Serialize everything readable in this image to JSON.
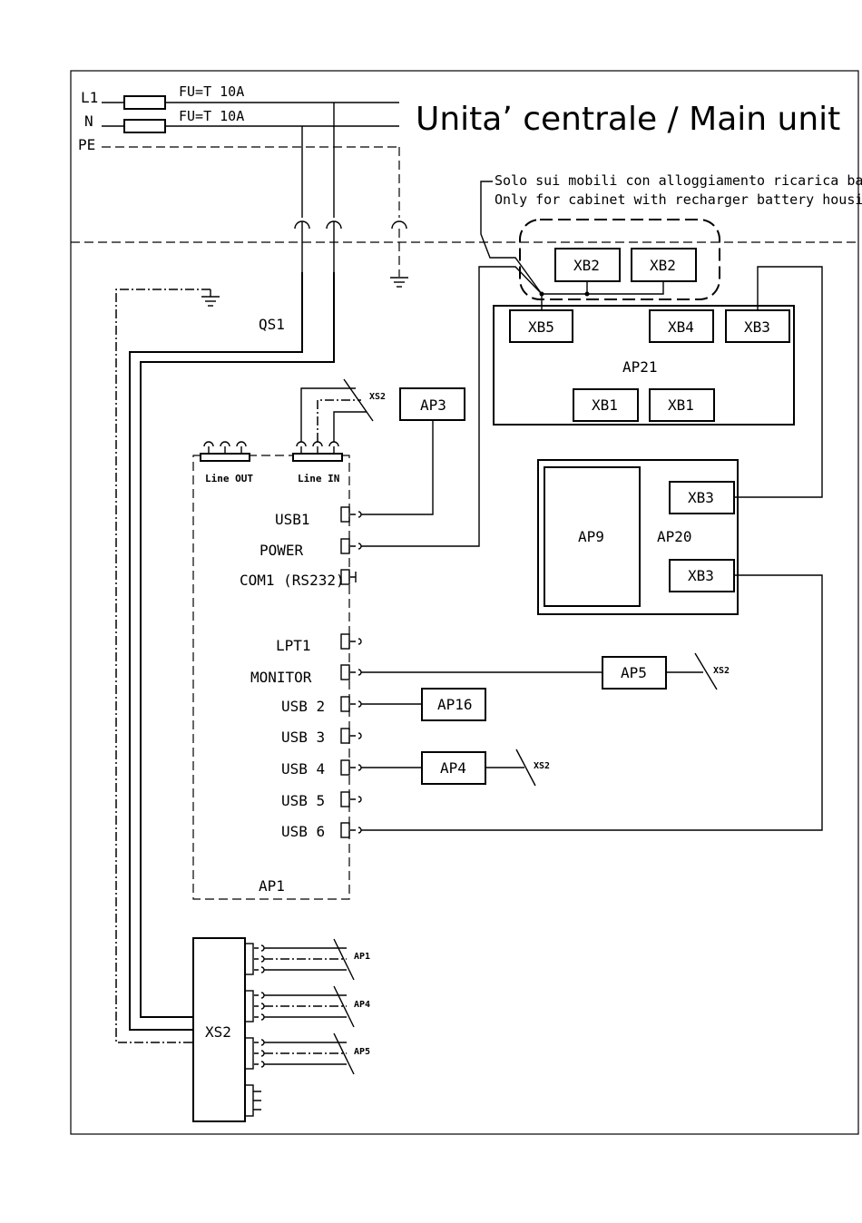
{
  "title": "Unita’ centrale / Main unit",
  "supply": {
    "l1": "L1",
    "n": "N",
    "pe": "PE",
    "fuse_l1": "FU=T 10A",
    "fuse_n": "FU=T 10A",
    "qs1": "QS1"
  },
  "note": {
    "line1": "Solo sui mobili con alloggiamento ricarica batterie",
    "line2": "Only for cabinet with recharger battery housing"
  },
  "ap21": {
    "label": "AP21",
    "xb5": "XB5",
    "xb4": "XB4",
    "xb3": "XB3",
    "xb1a": "XB1",
    "xb1b": "XB1",
    "xb2a": "XB2",
    "xb2b": "XB2"
  },
  "ap20": {
    "label": "AP20",
    "ap9": "AP9",
    "xb3a": "XB3",
    "xb3b": "XB3"
  },
  "ap3": "AP3",
  "ap5": "AP5",
  "ap16": "AP16",
  "ap4": "AP4",
  "xs2_tag": "XS2",
  "ap1": {
    "label": "AP1",
    "line_out": "Line OUT",
    "line_in": "Line IN",
    "ports": [
      "USB1",
      "POWER",
      "COM1 (RS232)",
      "LPT1",
      "MONITOR",
      "USB 2",
      "USB 3",
      "USB 4",
      "USB 5",
      "USB 6"
    ]
  },
  "xs2": {
    "label": "XS2",
    "outputs": [
      "AP1",
      "AP4",
      "AP5"
    ]
  }
}
